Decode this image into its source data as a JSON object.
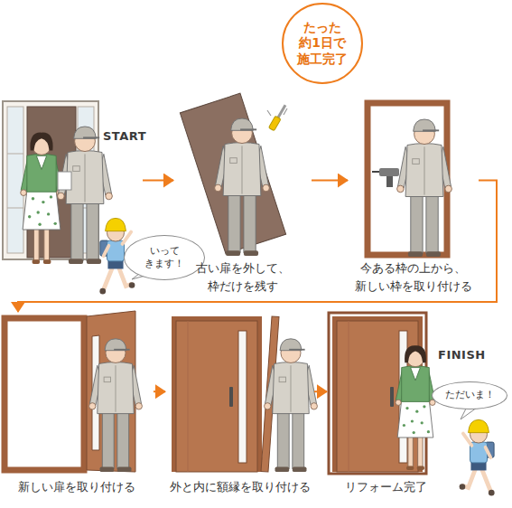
{
  "diagram": {
    "nodes": [
      {
        "text": [
          "たった 約1日で 施工完了"
        ]
      },
      {
        "text": [
          "START"
        ]
      },
      {
        "text": [
          "いって きます！"
        ],
        "in": 1
      },
      {
        "text": [
          "古い扉を外して、 枠だけを残す"
        ]
      },
      {
        "text": [
          "今ある枠の上から、 新しい枠を取り付ける"
        ]
      },
      {
        "text": [
          "新しい扉を取り付ける"
        ]
      },
      {
        "text": [
          "外と内に額縁を取り付ける"
        ]
      },
      {
        "text": [
          "FINISH",
          "リフォーム完了"
        ]
      },
      {
        "text": [
          "ただいま！"
        ],
        "in": 7
      }
    ],
    "edges": [
      {
        "from": 1,
        "to": 3,
        "arrow": "to"
      },
      {
        "from": 3,
        "to": 4,
        "arrow": "to"
      },
      {
        "from": 4,
        "to": 5,
        "arrow": "to"
      },
      {
        "from": 5,
        "to": 6,
        "arrow": "to"
      },
      {
        "from": 6,
        "to": 7,
        "arrow": "to"
      }
    ]
  }
}
